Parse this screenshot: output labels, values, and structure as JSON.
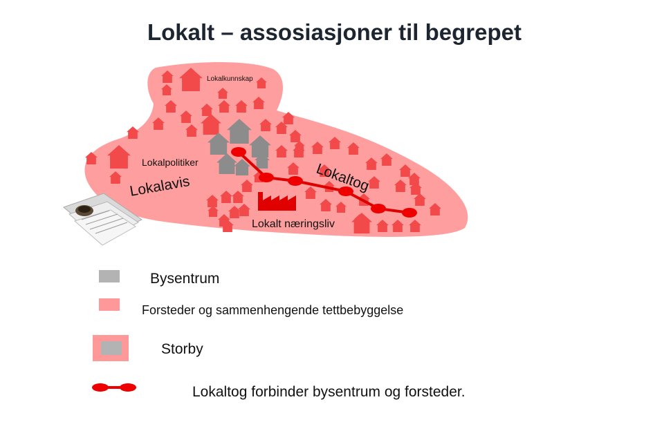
{
  "title": "Lokalt – assosiasjoner til begrepet",
  "map": {
    "labels": {
      "lokalkunnskap": "Lokalkunnskap",
      "lokalpolitiker": "Lokalpolitiker",
      "lokalavis": "Lokalavis",
      "lokaltog": "Lokaltog",
      "naeringsliv": "Lokalt næringsliv"
    }
  },
  "legend": {
    "items": [
      {
        "label": "Bysentrum",
        "color": "#b3b3b3"
      },
      {
        "label": "Forsteder og sammenhengende tettbebyggelse",
        "color": "#ff9999"
      },
      {
        "label": "Storby",
        "color": "#ff9999",
        "inner_color": "#b3b3b3"
      },
      {
        "label": "Lokaltog forbinder bysentrum og forsteder.",
        "color": "#ee0000"
      }
    ]
  },
  "colors": {
    "area": "#ff9e9e",
    "house": "#f24a4a",
    "center": "#8c8c8c",
    "rail": "#dd0000"
  }
}
